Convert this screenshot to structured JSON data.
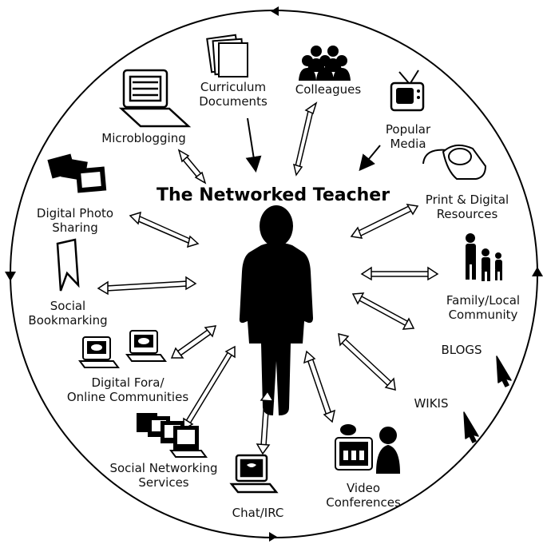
{
  "title": "The Networked Teacher",
  "nodes": {
    "curriculum": [
      "Curriculum",
      "Documents"
    ],
    "colleagues": [
      "Colleagues"
    ],
    "popular_media": [
      "Popular",
      "Media"
    ],
    "microblogging": [
      "Microblogging"
    ],
    "print_digital": [
      "Print & Digital",
      "Resources"
    ],
    "photo_sharing": [
      "Digital Photo",
      "Sharing"
    ],
    "family": [
      "Family/Local",
      "Community"
    ],
    "social_bookmarking": [
      "Social",
      "Bookmarking"
    ],
    "blogs": [
      "BLOGS"
    ],
    "fora": [
      "Digital Fora/",
      "Online Communities"
    ],
    "wikis": [
      "WIKIS"
    ],
    "sns": [
      "Social Networking",
      "Services"
    ],
    "chat": [
      "Chat/IRC"
    ],
    "video": [
      "Video",
      "Conferences"
    ]
  },
  "colors": {
    "ink": "#000000",
    "background": "#ffffff"
  }
}
